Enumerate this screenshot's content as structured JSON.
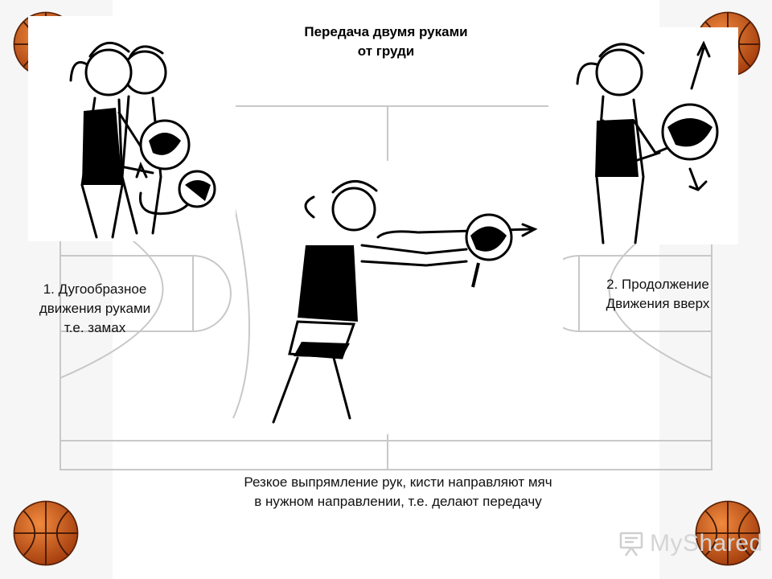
{
  "slide": {
    "title_line1": "Передача двумя руками",
    "title_line2": "от груди",
    "captions": {
      "step1_line1": "1. Дугообразное",
      "step1_line2": "движения руками",
      "step1_line3": "т.е. замах",
      "step2_line1": "2. Продолжение",
      "step2_line2": "Движения вверх",
      "step3_line1": "Резкое выпрямление рук, кисти направляют мяч",
      "step3_line2": "в нужном направлении, т.е. делают передачу"
    }
  },
  "watermark": {
    "text": "MyShared",
    "icon": "presentation-board-icon"
  },
  "colors": {
    "ball_orange": "#d9611f",
    "ball_dark": "#8a3410",
    "court_line": "#c8c8c8",
    "band": "#f6f6f6"
  }
}
